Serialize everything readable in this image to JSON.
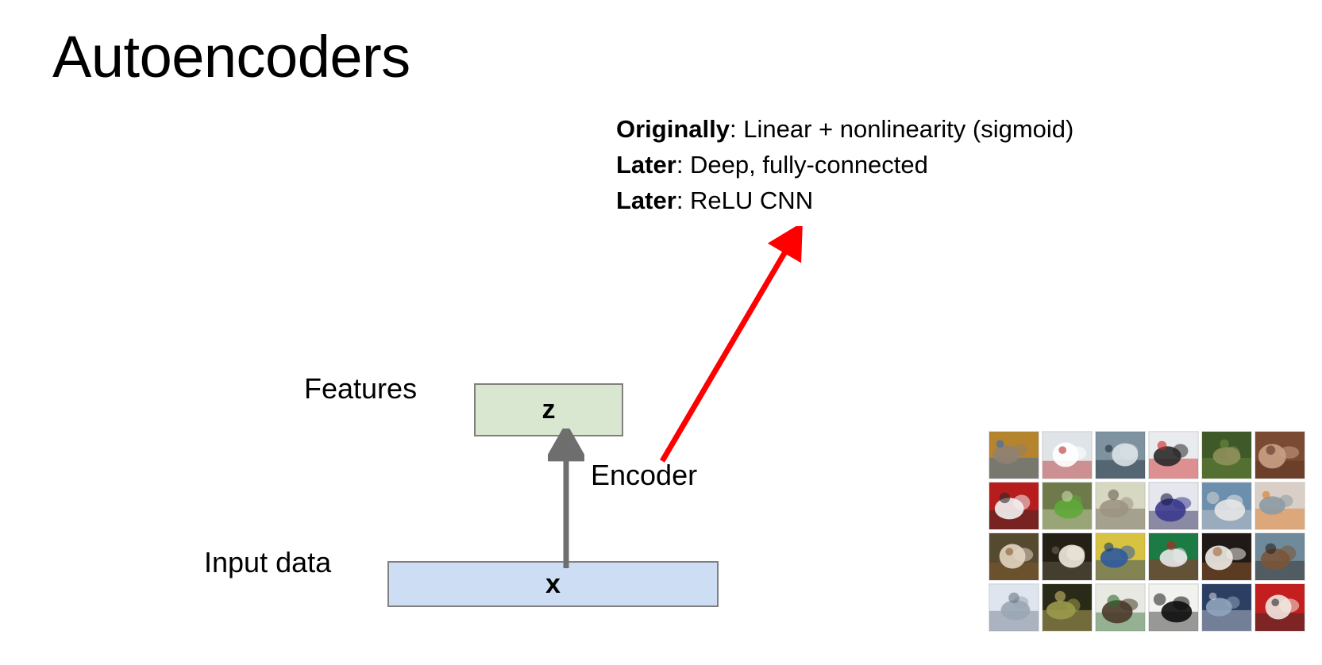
{
  "slide": {
    "title": "Autoencoders",
    "background_color": "#ffffff"
  },
  "annotation": {
    "lines": [
      {
        "label": "Originally",
        "separator": ": ",
        "text": "Linear + nonlinearity (sigmoid)"
      },
      {
        "label": "Later",
        "separator": ": ",
        "text": "Deep, fully-connected"
      },
      {
        "label": "Later",
        "separator": ": ",
        "text": "ReLU CNN"
      }
    ]
  },
  "diagram": {
    "features_label": "Features",
    "features_box": {
      "value": "z",
      "fill_color": "#d9e7d0",
      "border_color": "#7f7f7f"
    },
    "input_label": "Input data",
    "input_box": {
      "value": "x",
      "fill_color": "#ccddf4",
      "border_color": "#7f7f7f"
    },
    "encoder_label": "Encoder",
    "encoder_arrow_color": "#ff0000",
    "data_flow_arrow_color": "#6e6e6e"
  },
  "image_grid": {
    "columns": 6,
    "rows": 4,
    "tiles": [
      {
        "label": "cat-on-blue-blanket",
        "bg": "#b5842c",
        "fg": "#8e8173",
        "accent": "#2e6bbf"
      },
      {
        "label": "white-boat-ocean",
        "bg": "#dfe4e8",
        "fg": "#ffffff",
        "accent": "#b92b2b"
      },
      {
        "label": "sailboat-harbor",
        "bg": "#7e939f",
        "fg": "#d9e2e6",
        "accent": "#22313a"
      },
      {
        "label": "airplane-concorde",
        "bg": "#e9ecef",
        "fg": "#2a2a2a",
        "accent": "#cc2222"
      },
      {
        "label": "frog-in-grass",
        "bg": "#3f5a28",
        "fg": "#8e8f5a",
        "accent": "#6f8a3e"
      },
      {
        "label": "cat-on-brown-ground",
        "bg": "#7a4a33",
        "fg": "#caa185",
        "accent": "#5a3222"
      },
      {
        "label": "white-car-red-wall",
        "bg": "#b81d1d",
        "fg": "#f2f2f2",
        "accent": "#2a2a2a"
      },
      {
        "label": "green-frog",
        "bg": "#6e7a4a",
        "fg": "#5fa83a",
        "accent": "#cfd6b0"
      },
      {
        "label": "cat-closeup",
        "bg": "#d6d8c2",
        "fg": "#9d9484",
        "accent": "#6a5f52"
      },
      {
        "label": "blue-truck",
        "bg": "#e6e6ee",
        "fg": "#3a3a8e",
        "accent": "#1a1a4a"
      },
      {
        "label": "bird-flying-blue-sky",
        "bg": "#6d8fae",
        "fg": "#e6e6e6",
        "accent": "#cfcfcf"
      },
      {
        "label": "garbage-truck",
        "bg": "#d9cfc6",
        "fg": "#8c9aa3",
        "accent": "#e07820"
      },
      {
        "label": "dog-in-yard",
        "bg": "#55492f",
        "fg": "#e2d6c2",
        "accent": "#8a5a30"
      },
      {
        "label": "white-horse",
        "bg": "#242015",
        "fg": "#efe9de",
        "accent": "#6d6450"
      },
      {
        "label": "blue-dump-truck",
        "bg": "#d8c242",
        "fg": "#2d5aa0",
        "accent": "#1b3a6b"
      },
      {
        "label": "boat-on-green-water",
        "bg": "#1c7a45",
        "fg": "#e8e8e8",
        "accent": "#bb2222"
      },
      {
        "label": "beagle-puppy",
        "bg": "#1f1a17",
        "fg": "#f0ece6",
        "accent": "#a5642f"
      },
      {
        "label": "horse-with-bridle",
        "bg": "#6f8a9a",
        "fg": "#7a5438",
        "accent": "#2a2420"
      },
      {
        "label": "ship-in-fog",
        "bg": "#dfe5ee",
        "fg": "#9aa6b4",
        "accent": "#6b7684"
      },
      {
        "label": "frog-on-dark-ground",
        "bg": "#2a2a18",
        "fg": "#9a9a4a",
        "accent": "#c9bd6a"
      },
      {
        "label": "horse-by-white-house",
        "bg": "#e9e9e4",
        "fg": "#4a3a2a",
        "accent": "#2f6b2f"
      },
      {
        "label": "black-bird-silhouette",
        "bg": "#f2f2ee",
        "fg": "#0d0d0d",
        "accent": "#2a2a2a"
      },
      {
        "label": "deer-on-blue",
        "bg": "#2c3f63",
        "fg": "#8fa4bd",
        "accent": "#c9cfd8"
      },
      {
        "label": "red-fire-truck",
        "bg": "#c41f1f",
        "fg": "#f0e8e0",
        "accent": "#2a2a2a"
      }
    ]
  }
}
